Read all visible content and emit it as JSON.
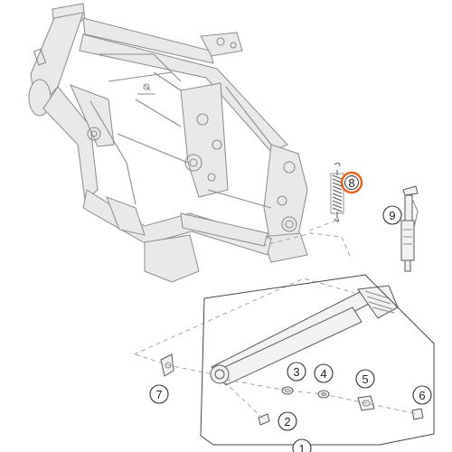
{
  "diagram": {
    "callouts": [
      {
        "id": "1",
        "label": "1"
      },
      {
        "id": "2",
        "label": "2"
      },
      {
        "id": "3",
        "label": "3"
      },
      {
        "id": "4",
        "label": "4"
      },
      {
        "id": "5",
        "label": "5"
      },
      {
        "id": "6",
        "label": "6"
      },
      {
        "id": "7",
        "label": "7"
      },
      {
        "id": "8",
        "label": "8",
        "highlighted": true
      },
      {
        "id": "9",
        "label": "9"
      }
    ],
    "colors": {
      "highlight": "#e8641b",
      "frame_line": "#8a8a8a",
      "frame_fill": "#e9e9e9",
      "callout_ring": "#333333"
    }
  }
}
